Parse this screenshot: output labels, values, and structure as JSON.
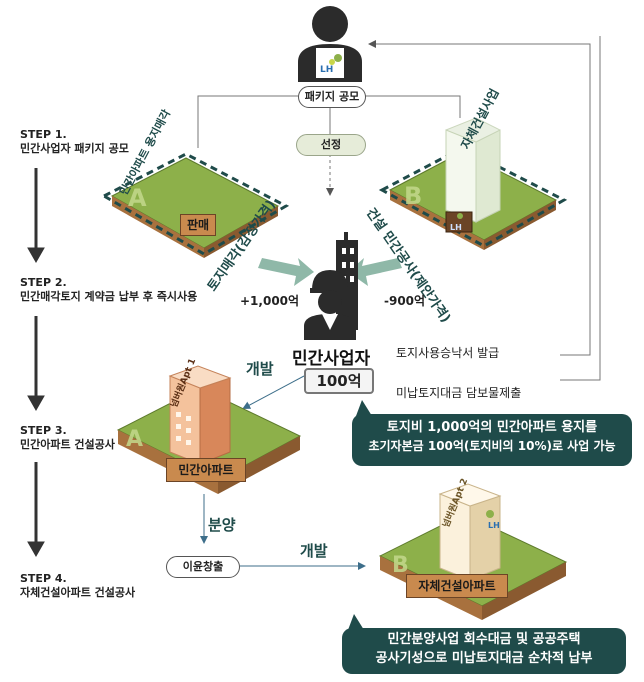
{
  "top_bar": {
    "package_label": "패키지 공모",
    "select_label": "선정"
  },
  "lh_logo": "LH",
  "steps": [
    {
      "number": "STEP 1.",
      "text": "민간사업자 패키지 공모"
    },
    {
      "number": "STEP 2.",
      "text": "민간매각토지 계약금 납부 후 즉시사용"
    },
    {
      "number": "STEP 3.",
      "text": "민간아파트 건설공사"
    },
    {
      "number": "STEP 4.",
      "text": "자체건설아파트 건설공사"
    }
  ],
  "plot_a": {
    "letter": "A",
    "sign": "판매",
    "dashed_label": "민간아파트 용지매각",
    "side_label": "토지매각(감정가격)",
    "amount": "+1,000억"
  },
  "plot_b": {
    "letter": "B",
    "dashed_label": "자체건설사업",
    "side_label": "건설 민간공사(제안가격)",
    "amount": "-900억"
  },
  "private_operator": {
    "title": "민간사업자",
    "capital": "100억"
  },
  "right_notes": {
    "issue": "토지사용승낙서 발급",
    "collateral": "미납토지대금 담보물제출"
  },
  "callout_1": {
    "line1": "토지비 1,000억의 민간아파트 용지를",
    "line2": "초기자본금 100억(토지비의 10%)로 사업 가능"
  },
  "step3": {
    "develop_label": "개발",
    "building_name": "넘버원Apt 1",
    "plot_letter": "A",
    "sign": "민간아파트",
    "sale_label": "분양",
    "profit_label": "이윤창출"
  },
  "step4": {
    "develop_label": "개발",
    "building_name": "넘버원Apt 2",
    "plot_letter": "B",
    "sign": "자체건설아파트"
  },
  "callout_2": {
    "line1": "민간분양사업 회수대금 및 공공주택",
    "line2": "공사기성으로 미납토지대금 순차적 납부"
  },
  "colors": {
    "teal": "#1f4b4a",
    "grass": "#8db04a",
    "soil": "#a8713e",
    "arrow_green": "#8fb8a8"
  }
}
